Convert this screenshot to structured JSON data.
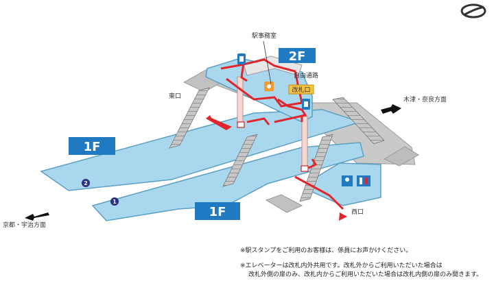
{
  "labels": {
    "floor_2f": "2F",
    "floor_1f_upper": "1F",
    "floor_1f_lower": "1F",
    "station_office": "駅事務室",
    "free_passage": "自由通路",
    "ticket_gate": "改札口",
    "east_exit": "東口",
    "west_exit": "西口",
    "to_kizu_nara": "木津・奈良方面",
    "to_kyoto_uji": "京都・宇治方面",
    "track_1": "1",
    "track_2": "2"
  },
  "notes": {
    "line1": "※駅スタンプをご利用のお客様は、係員にお声かけください。",
    "line2": "※エレベーターは改札内外共用です。改札外からご利用いただいた場合は",
    "line3": "改札外側の扉のみ、改札内からご利用いただいた場合は改札内側の扉のみ開きます。"
  },
  "colors": {
    "platform_blue": "#a9d7ee",
    "platform_edge": "#5a9fc4",
    "floor_label_bg": "#1f7ac2",
    "route_red": "#e0262b",
    "ticket_gate_yellow": "#f5c242",
    "stairs_gray": "#b9b9b9",
    "track_num_bg": "#2b3183"
  },
  "icons": [
    "jr-logo-icon",
    "elevator-icon",
    "escalator-icon",
    "accessible-toilet-icon",
    "restroom-icon",
    "stamp-icon",
    "direction-arrow-icon"
  ]
}
